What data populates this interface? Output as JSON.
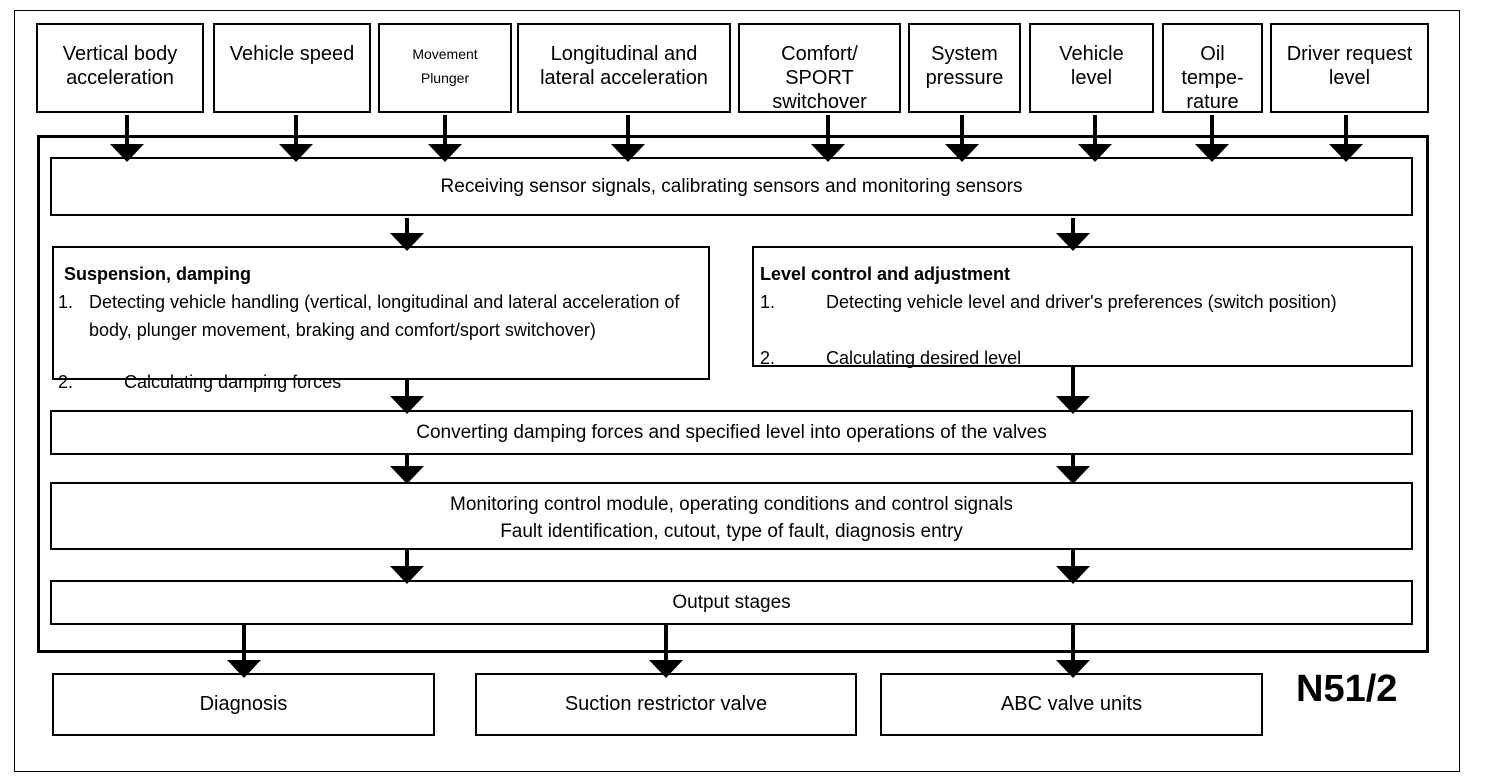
{
  "sensors": [
    "Vertical body\nacceleration",
    "Vehicle speed",
    "Movement\nPlunger",
    "Longitudinal and\nlateral acceleration",
    "Comfort/\nSPORT\nswitchover",
    "System\npressure",
    "Vehicle\nlevel",
    "Oil\ntempe-\nrature",
    "Driver request\nlevel"
  ],
  "stages": {
    "receiving": "Receiving sensor signals, calibrating sensors and monitoring sensors",
    "converting": "Converting damping forces and specified level into operations of the valves",
    "monitoring": "Monitoring control module, operating conditions and control signals\nFault identification, cutout, type of fault, diagnosis entry",
    "output": "Output stages"
  },
  "suspension": {
    "title": "Suspension, damping",
    "item1_num": "1.",
    "item1_text": "Detecting vehicle handling (vertical, longitudinal and lateral acceleration of body, plunger movement, braking and comfort/sport switchover)",
    "item2_num": "2.",
    "item2_text": "Calculating damping forces"
  },
  "level": {
    "title": "Level control and adjustment",
    "item1_num": "1.",
    "item1_text": "Detecting vehicle level and driver's preferences (switch position)",
    "item2_num": "2.",
    "item2_text": "Calculating desired level"
  },
  "outputs": [
    "Diagnosis",
    "Suction restrictor valve",
    "ABC valve units"
  ],
  "module_id": "N51/2"
}
